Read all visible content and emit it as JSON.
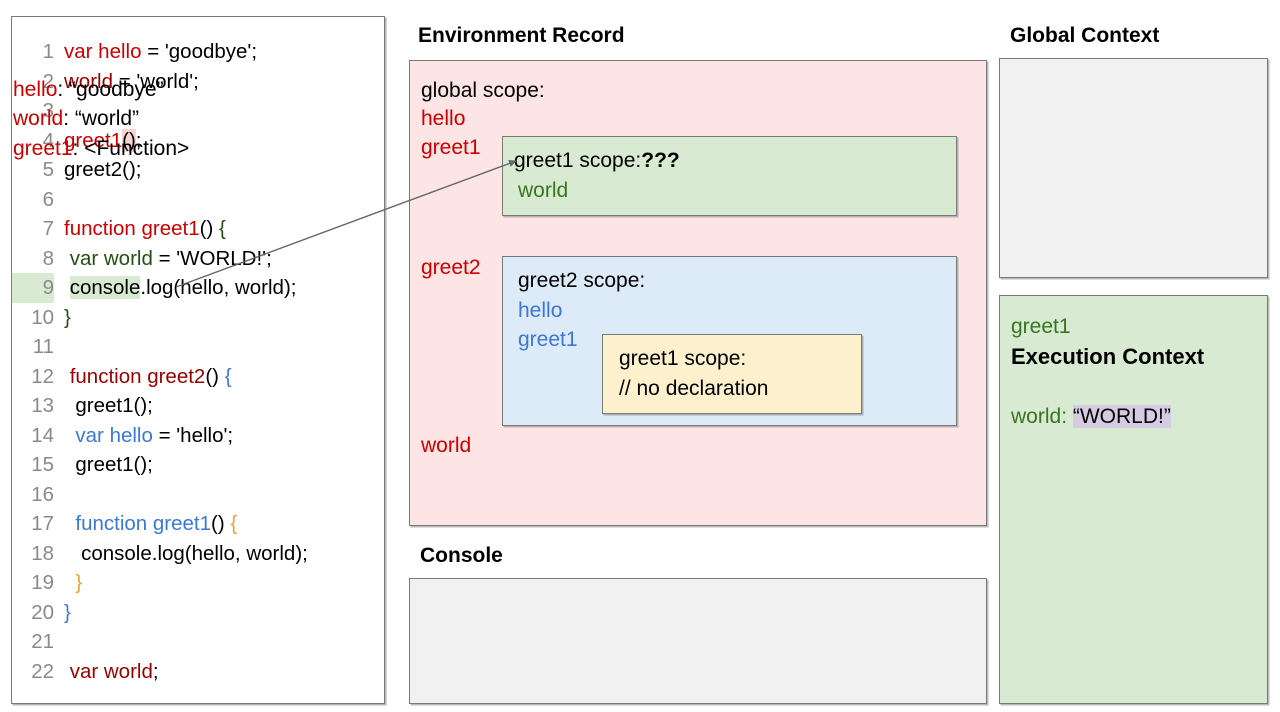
{
  "code_panel": {
    "name": "javascript-source",
    "lines": [
      {
        "n": "1",
        "segments": [
          {
            "t": "var hello",
            "c": "kw-red",
            "hl": "none"
          },
          {
            "t": " = 'goodbye';",
            "c": "plain",
            "hl": "none"
          }
        ],
        "ln_hl": false
      },
      {
        "n": "2",
        "segments": [
          {
            "t": "world",
            "c": "kw-dred",
            "hl": "none"
          },
          {
            "t": " = 'world';",
            "c": "plain",
            "hl": "none"
          }
        ],
        "ln_hl": false
      },
      {
        "n": "3",
        "segments": [],
        "ln_hl": false
      },
      {
        "n": "4",
        "segments": [
          {
            "t": "greet1",
            "c": "kw-red",
            "hl": "none"
          },
          {
            "t": "()",
            "c": "plain",
            "hl": "pink"
          },
          {
            "t": ";",
            "c": "plain",
            "hl": "none"
          }
        ],
        "ln_hl": false
      },
      {
        "n": "5",
        "segments": [
          {
            "t": "greet2();",
            "c": "plain",
            "hl": "none"
          }
        ],
        "ln_hl": false
      },
      {
        "n": "6",
        "segments": [],
        "ln_hl": false
      },
      {
        "n": "7",
        "segments": [
          {
            "t": "function greet1",
            "c": "kw-red",
            "hl": "none"
          },
          {
            "t": "() ",
            "c": "plain",
            "hl": "none"
          },
          {
            "t": "{",
            "c": "kw-dgreen",
            "hl": "none"
          }
        ],
        "ln_hl": false
      },
      {
        "n": "8",
        "segments": [
          {
            "t": " ",
            "c": "plain",
            "hl": "none"
          },
          {
            "t": "var world",
            "c": "kw-dgreen",
            "hl": "none"
          },
          {
            "t": " = 'WORLD!';",
            "c": "plain",
            "hl": "none"
          }
        ],
        "ln_hl": false
      },
      {
        "n": "9",
        "segments": [
          {
            "t": " ",
            "c": "plain",
            "hl": "none"
          },
          {
            "t": "console",
            "c": "plain",
            "hl": "green"
          },
          {
            "t": ".log(hello, world);",
            "c": "plain",
            "hl": "none"
          }
        ],
        "ln_hl": true
      },
      {
        "n": "10",
        "segments": [
          {
            "t": "}",
            "c": "kw-dgreen",
            "hl": "none"
          }
        ],
        "ln_hl": false
      },
      {
        "n": "11",
        "segments": [],
        "ln_hl": false
      },
      {
        "n": "12",
        "segments": [
          {
            "t": " ",
            "c": "plain",
            "hl": "none"
          },
          {
            "t": "function greet2",
            "c": "kw-dred",
            "hl": "none"
          },
          {
            "t": "() ",
            "c": "plain",
            "hl": "none"
          },
          {
            "t": "{",
            "c": "kw-blue",
            "hl": "none"
          }
        ],
        "ln_hl": false
      },
      {
        "n": "13",
        "segments": [
          {
            "t": "  greet1();",
            "c": "plain",
            "hl": "none"
          }
        ],
        "ln_hl": false
      },
      {
        "n": "14",
        "segments": [
          {
            "t": "  ",
            "c": "plain",
            "hl": "none"
          },
          {
            "t": "var hello",
            "c": "kw-blue",
            "hl": "none"
          },
          {
            "t": " = 'hello';",
            "c": "plain",
            "hl": "none"
          }
        ],
        "ln_hl": false
      },
      {
        "n": "15",
        "segments": [
          {
            "t": "  greet1();",
            "c": "plain",
            "hl": "none"
          }
        ],
        "ln_hl": false
      },
      {
        "n": "16",
        "segments": [],
        "ln_hl": false
      },
      {
        "n": "17",
        "segments": [
          {
            "t": "  ",
            "c": "plain",
            "hl": "none"
          },
          {
            "t": "function greet1",
            "c": "kw-blue",
            "hl": "none"
          },
          {
            "t": "() ",
            "c": "plain",
            "hl": "none"
          },
          {
            "t": "{",
            "c": "kw-orange",
            "hl": "none"
          }
        ],
        "ln_hl": false
      },
      {
        "n": "18",
        "segments": [
          {
            "t": "   console.log(hello, world);",
            "c": "plain",
            "hl": "none"
          }
        ],
        "ln_hl": false
      },
      {
        "n": "19",
        "segments": [
          {
            "t": "  ",
            "c": "plain",
            "hl": "none"
          },
          {
            "t": "}",
            "c": "kw-orange",
            "hl": "none"
          }
        ],
        "ln_hl": false
      },
      {
        "n": "20",
        "segments": [
          {
            "t": "}",
            "c": "kw-blue",
            "hl": "none"
          }
        ],
        "ln_hl": false
      },
      {
        "n": "21",
        "segments": [],
        "ln_hl": false
      },
      {
        "n": "22",
        "segments": [
          {
            "t": " ",
            "c": "plain",
            "hl": "none"
          },
          {
            "t": "var world",
            "c": "kw-dred",
            "hl": "none"
          },
          {
            "t": ";",
            "c": "plain",
            "hl": "none"
          }
        ],
        "ln_hl": false
      }
    ]
  },
  "environment_record": {
    "heading": "Environment Record",
    "global_scope_label": "global scope:",
    "global_bindings_top": [
      "hello",
      "greet1"
    ],
    "greet2_binding": "greet2",
    "world_binding": "world",
    "greet1_scope": {
      "title": "greet1 scope:",
      "unknown_marker": "???",
      "bindings": [
        "world"
      ]
    },
    "greet2_scope": {
      "title": "greet2 scope:",
      "bindings": [
        "hello",
        "greet1"
      ],
      "inner_greet1_scope": {
        "title": "greet1 scope:",
        "note": "// no declaration"
      }
    }
  },
  "console": {
    "heading": "Console",
    "output": ""
  },
  "global_context": {
    "heading": "Global Context",
    "entries": [
      {
        "key": "hello",
        "sep": ": ",
        "value": "“goodbye”"
      },
      {
        "key": "world",
        "sep": ": ",
        "value": "“world”"
      },
      {
        "key": "greet1",
        "sep": ": ",
        "value": "<Function>"
      }
    ]
  },
  "execution_context": {
    "function_name": "greet1",
    "title": "Execution Context",
    "entry": {
      "key": "world",
      "sep": ": ",
      "value": "“WORLD!”"
    }
  },
  "colors": {
    "red": "#cc0000",
    "dark_red": "#990000",
    "green": "#38761d",
    "dark_green": "#274e13",
    "blue": "#3c78d8",
    "orange": "#e8a33d",
    "pink_panel": "#fce5e4",
    "green_panel": "#d9ead3",
    "blue_panel": "#ddeaf7",
    "yellow_panel": "#fdf0cd",
    "gray_panel": "#f1f1f1",
    "highlight_lavender": "#d5cce4",
    "border": "#7a7a7a"
  }
}
